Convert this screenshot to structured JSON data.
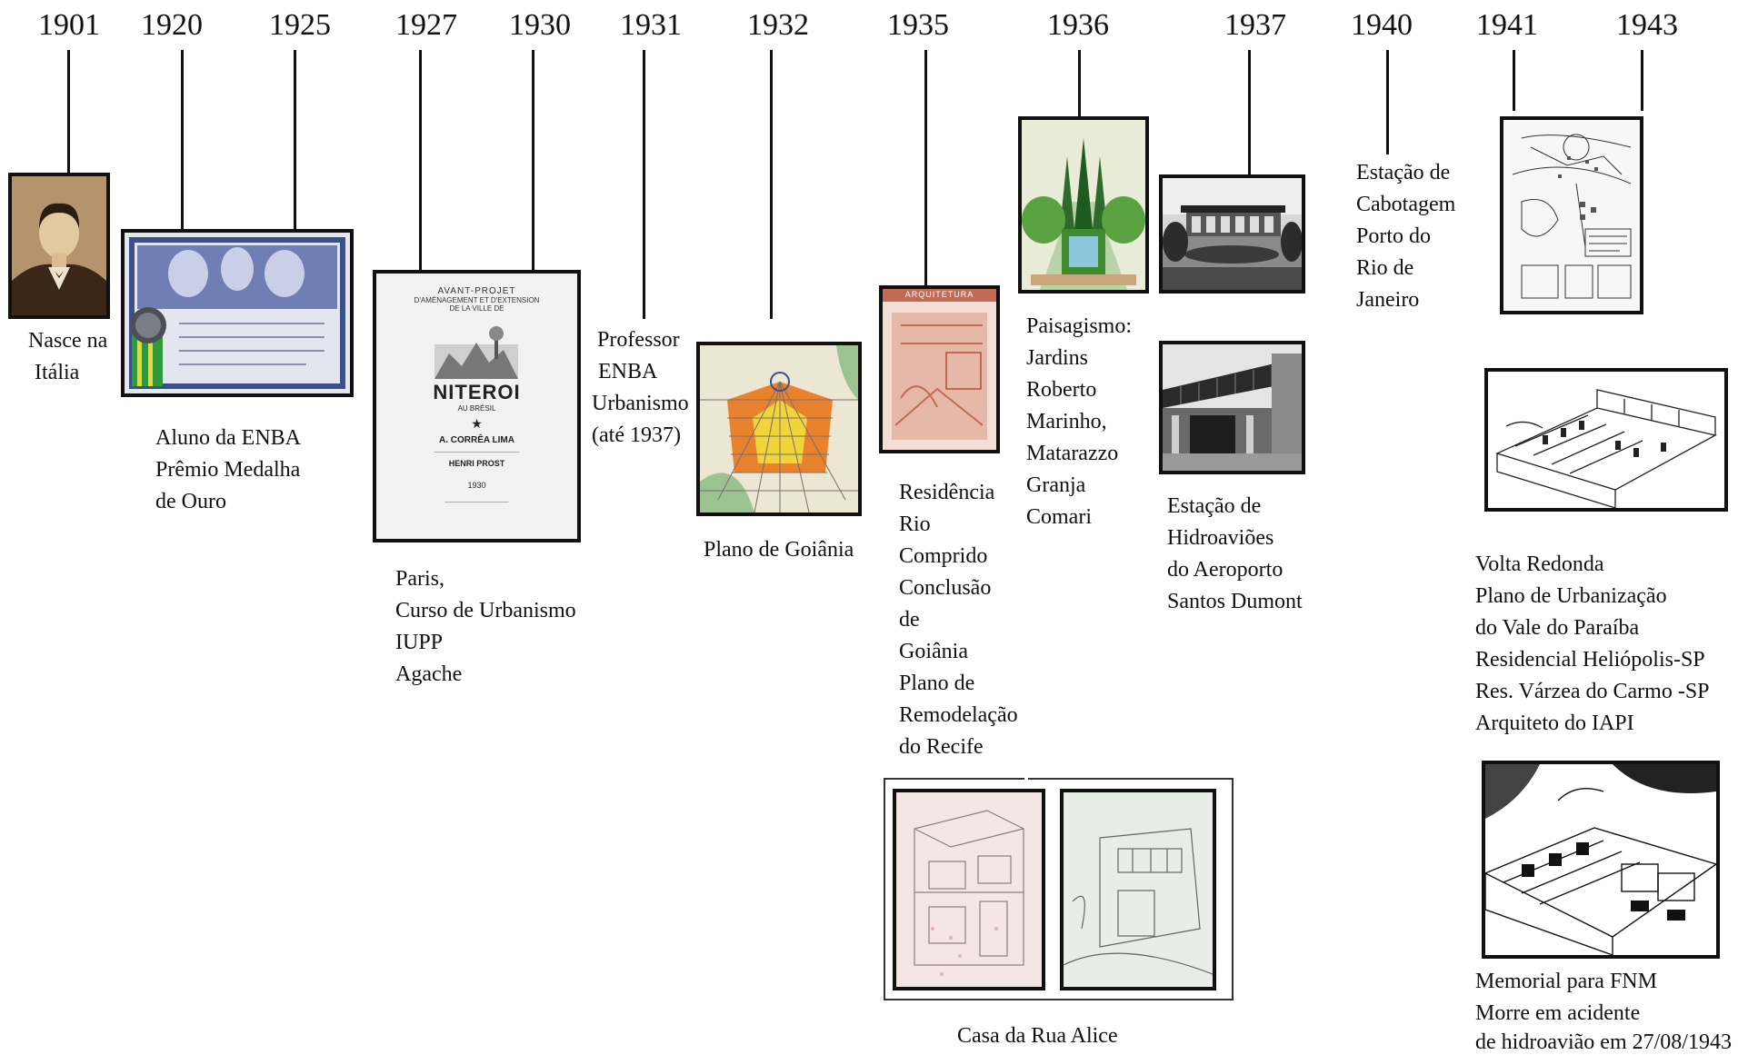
{
  "years": [
    "1901",
    "1920",
    "1925",
    "1927",
    "1930",
    "1931",
    "1932",
    "1935",
    "1936",
    "1937",
    "1940",
    "1941",
    "1943"
  ],
  "events": {
    "nasce": [
      "Nasce na",
      "Itália"
    ],
    "enba": [
      "Aluno da ENBA",
      "Prêmio Medalha",
      "de Ouro"
    ],
    "paris": [
      "Paris,",
      "Curso de Urbanismo",
      "IUPP",
      "Agache"
    ],
    "professor": [
      "Professor",
      "ENBA",
      "Urbanismo",
      "(até 1937)"
    ],
    "goiania": [
      "Plano de Goiânia"
    ],
    "residencia": [
      "Residência",
      "Rio",
      "Comprido",
      "Conclusão",
      "de",
      "Goiânia",
      "Plano de",
      "Remodelação",
      "do Recife"
    ],
    "paisagismo": [
      "Paisagismo:",
      "Jardins",
      "Roberto",
      "Marinho,",
      "Matarazzo",
      "Granja",
      "Comari"
    ],
    "hidroavioes": [
      "Estação de",
      "Hidroaviões",
      "do Aeroporto",
      "Santos Dumont"
    ],
    "cabotagem": [
      "Estação de",
      "Cabotagem",
      "Porto do",
      "Rio de",
      "Janeiro"
    ],
    "volta_redonda": [
      "Volta Redonda",
      "Plano de Urbanização",
      "do Vale do Paraíba",
      "Residencial Heliópolis-SP",
      "Res. Várzea do Carmo -SP",
      "Arquiteto do IAPI"
    ],
    "casa_alice": [
      "Casa da Rua Alice"
    ],
    "memorial": [
      "Memorial para FNM",
      "Morre em acidente",
      "de hidroavião em 27/08/1943"
    ]
  },
  "image_texts": {
    "niteroi_poster": [
      "AVANT-PROJET",
      "D'AMÉNAGEMENT ET D'EXTENSION",
      "DE LA VILLE DE",
      "NITEROI",
      "AU BRÉSIL",
      "A. CORRÊA LIMA",
      "HENRI PROST",
      "1930"
    ],
    "arquitetura_magazine": "ARQUITETURA"
  },
  "colors": {
    "line": "#111111",
    "sepia": "#8a6a45",
    "blueprint": "#3b4f8a",
    "garden": "#3f8a2e",
    "plan_orange": "#e9822d",
    "plan_yellow": "#f0d53a",
    "magazine": "#c26a55"
  }
}
